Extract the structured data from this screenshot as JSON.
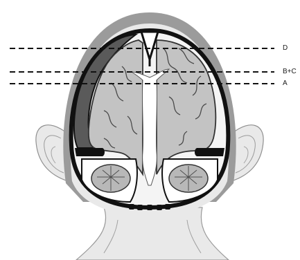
{
  "labels": {
    "d": "D",
    "bc": "B+C",
    "a": "A"
  },
  "colors": {
    "skin": "#e9e9e9",
    "skin_outline": "#9a9a9a",
    "hair": "#9b9b9b",
    "skull": "#111111",
    "brain": "#c3c3c3",
    "hematoma": "#5a5a5a",
    "cerebellum": "#b8b8b8",
    "background": "#ffffff"
  }
}
